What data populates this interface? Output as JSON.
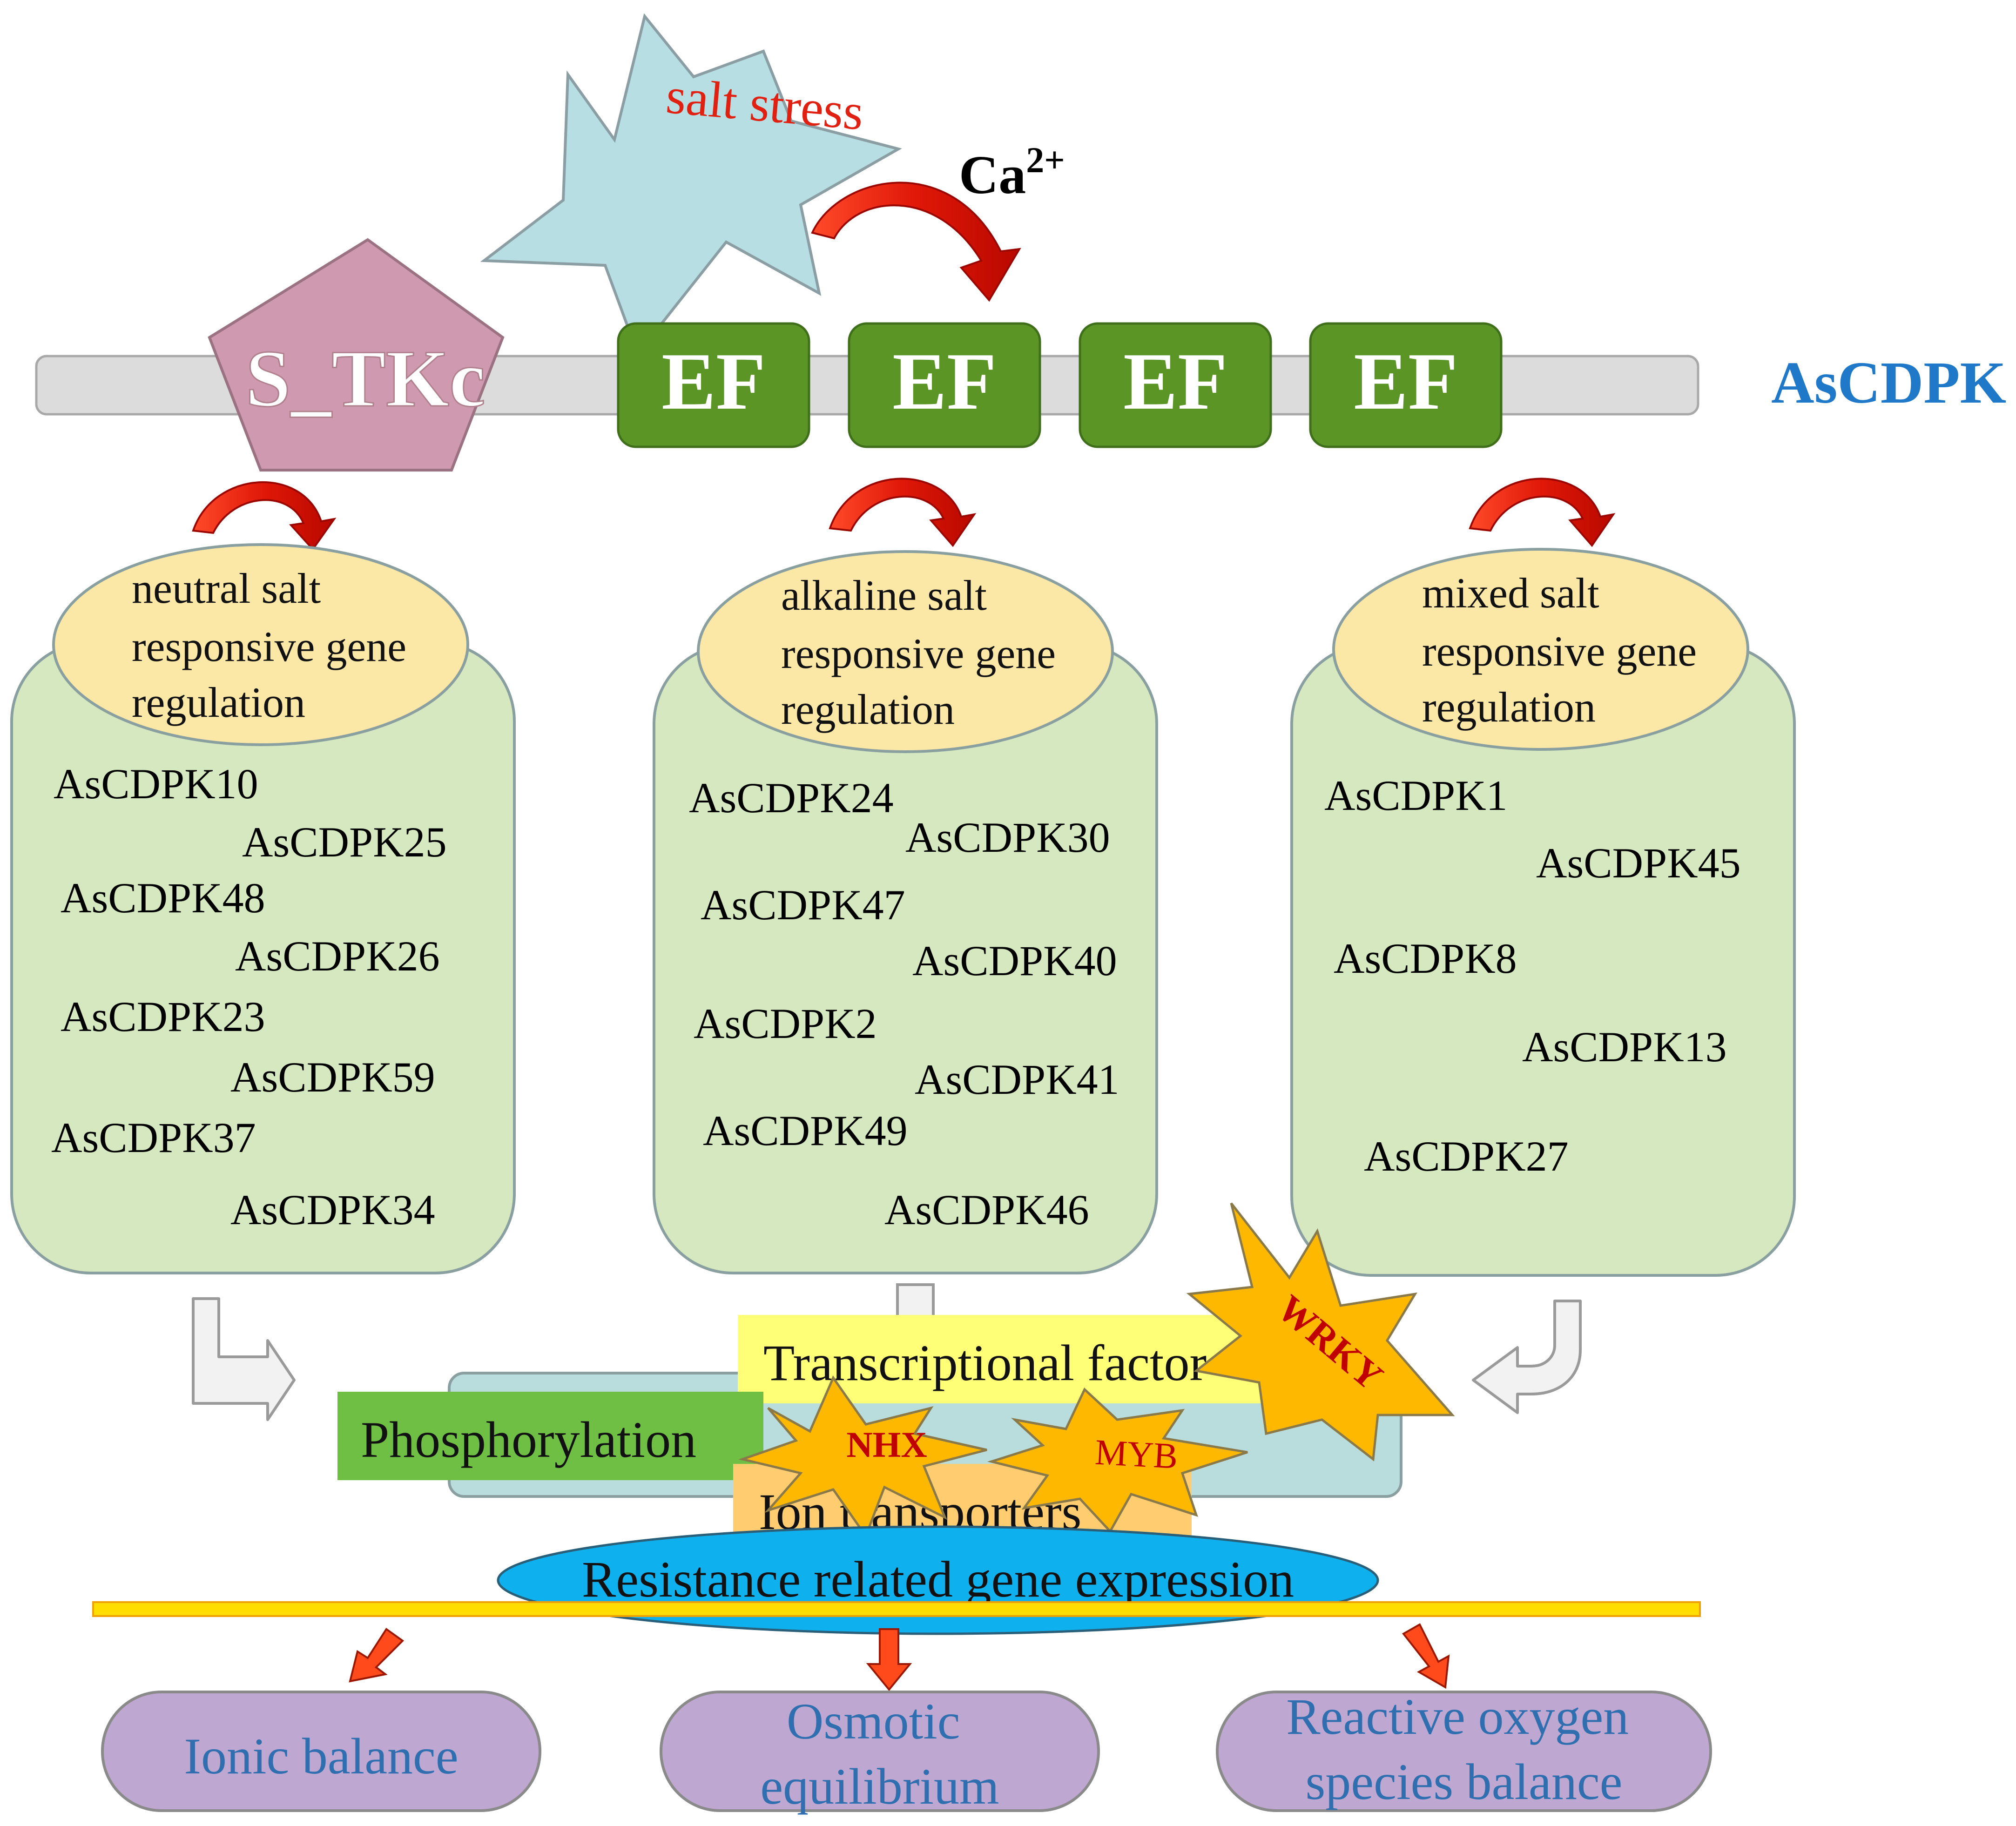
{
  "protein": {
    "name": "AsCDPK",
    "kinase_domain": "S_TKc",
    "ef_hands": [
      "EF",
      "EF",
      "EF",
      "EF"
    ]
  },
  "signal": {
    "stress": "salt stress",
    "ion_base": "Ca",
    "ion_charge": "2+"
  },
  "groups": [
    {
      "title_lines": [
        "neutral salt",
        "responsive gene",
        "regulation"
      ],
      "genes": [
        "AsCDPK10",
        "AsCDPK25",
        "AsCDPK48",
        "AsCDPK26",
        "AsCDPK23",
        "AsCDPK59",
        "AsCDPK37",
        "AsCDPK34"
      ]
    },
    {
      "title_lines": [
        "alkaline salt",
        "responsive gene",
        "regulation"
      ],
      "genes": [
        "AsCDPK24",
        "AsCDPK30",
        "AsCDPK47",
        "AsCDPK40",
        "AsCDPK2",
        "AsCDPK41",
        "AsCDPK49",
        "AsCDPK46"
      ]
    },
    {
      "title_lines": [
        "mixed salt",
        "responsive gene",
        "regulation"
      ],
      "genes": [
        "AsCDPK1",
        "AsCDPK45",
        "AsCDPK8",
        "AsCDPK13",
        "AsCDPK27"
      ]
    }
  ],
  "mechanisms": {
    "phosphorylation": "Phosphorylation",
    "transcription_factor": "Transcriptional factor",
    "ion_transporters": "Ion transporters",
    "resistance": "Resistance related gene expression",
    "factors": {
      "wrky": "WRKY",
      "nhx": "NHX",
      "myb": "MYB"
    }
  },
  "outcomes": [
    {
      "lines": [
        "Ionic balance"
      ]
    },
    {
      "lines": [
        "Osmotic",
        "equilibrium"
      ]
    },
    {
      "lines": [
        "Reactive oxygen",
        "species balance"
      ]
    }
  ],
  "colors": {
    "kinase": "#cf9aaf",
    "ef": "#5a9526",
    "backbone": "#dcdcdc",
    "group_box": "#d5e8c0",
    "group_oval": "#fbe7a6",
    "title_blue": "#1f78c8",
    "red": "#e02010",
    "outcome": "#bea7d0",
    "outcome_text": "#2f6fb0",
    "hub": "#b9dcdc",
    "phospho": "#6fbf45",
    "tf": "#ffff77",
    "ion": "#ffcc70",
    "resistance": "#0fb0ee",
    "burst": "#ffb800",
    "burst_text": "#c00000",
    "line": "#f5cf00"
  }
}
